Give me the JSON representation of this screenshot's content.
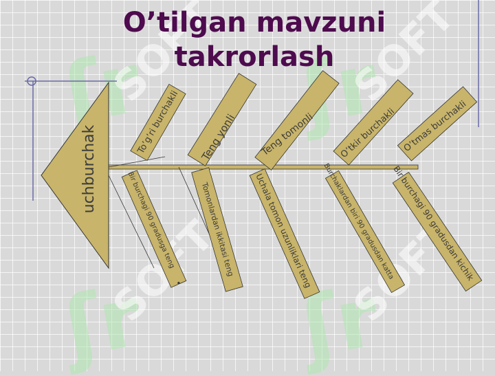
{
  "title": "O’tilgan mavzuni takrorlash",
  "head": "uchburchak",
  "bones": [
    {
      "top": "To’g’ri burchakli",
      "bottom": "Bir burchagi 90 gradusga teng",
      "bullet": "•"
    },
    {
      "top": "Teng yonli",
      "bottom": "Tomonlardan ikkitasi teng"
    },
    {
      "top": "Teng tomonli",
      "bottom": "Uchala tomon uzunliklari teng"
    },
    {
      "top": "O’tkir burchakli",
      "bottom": "Burchaklardan biri 90 gradusdan katta"
    },
    {
      "top": "O’tmas burchakli",
      "bottom": "Bir burchagi 90 gradusdan kichik"
    }
  ],
  "colors": {
    "title": "#4e0b4e",
    "box": "#c8b46a",
    "background": "#d9d9d9"
  },
  "watermark": {
    "glyph": "ʃr",
    "text": "SOFT"
  }
}
